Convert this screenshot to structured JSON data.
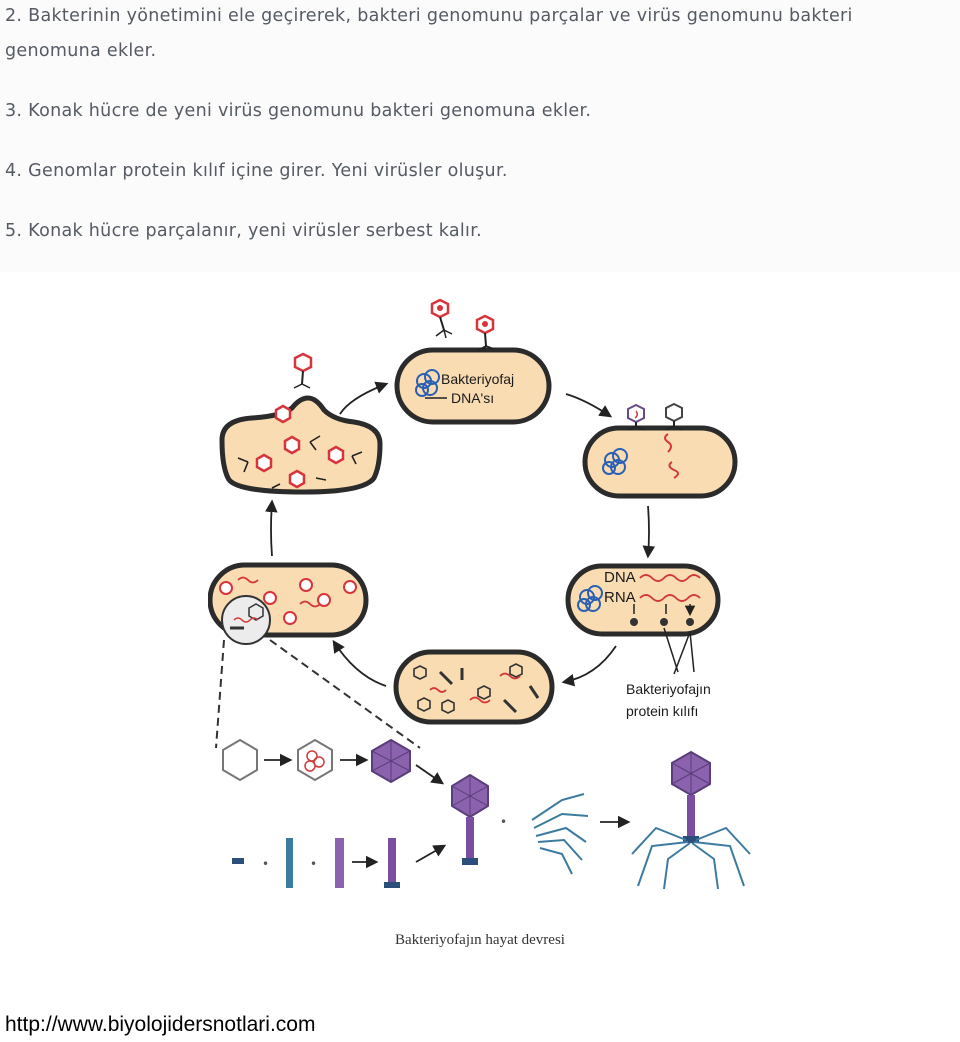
{
  "steps": {
    "s2_line1": "2. Bakterinin yönetimini ele geçirerek, bakteri genomunu parçalar ve virüs genomunu bakteri",
    "s2_line2": "genomuna ekler.",
    "s3": "3. Konak hücre de yeni virüs genomunu bakteri genomuna ekler.",
    "s4": "4. Genomlar protein kılıf içine girer. Yeni virüsler oluşur.",
    "s5": "5. Konak hücre parçalanır, yeni virüsler serbest kalır."
  },
  "figure": {
    "label_dna_line1": "Bakteriyofaj",
    "label_dna_line2": "DNA'sı",
    "label_dna": "DNA",
    "label_rna": "RNA",
    "label_coat_line1": "Bakteriyofajın",
    "label_coat_line2": "protein kılıfı",
    "colors": {
      "cell_fill": "#f9dcb2",
      "cell_stroke": "#2b2b2b",
      "virus_red": "#d8343c",
      "capsid_purple": "#8a62ad",
      "dna_blue": "#2a5fb4",
      "rna_red": "#d23a3a",
      "fiber_blue": "#3d7aa0"
    }
  },
  "caption": "Bakteriyofajın hayat devresi",
  "source_url": "http://www.biyolojidersnotlari.com"
}
